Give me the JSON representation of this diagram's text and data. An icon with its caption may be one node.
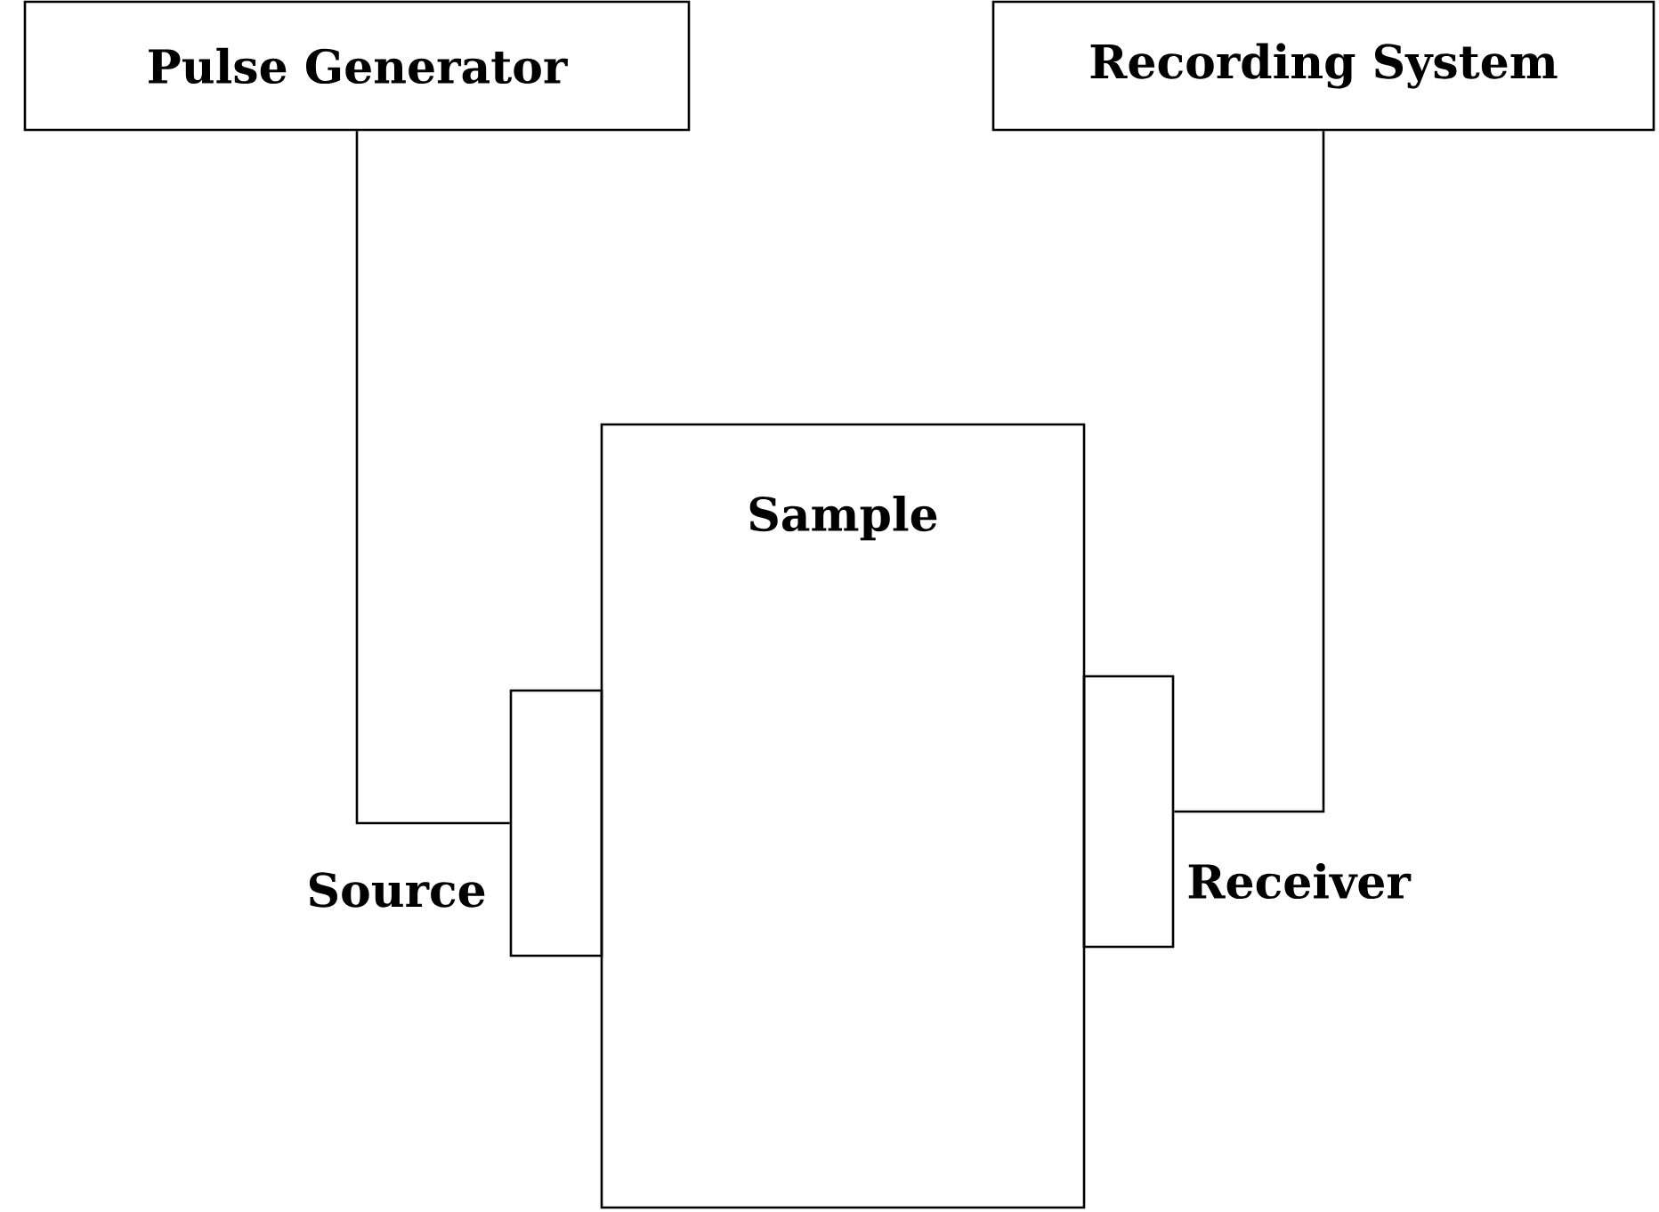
{
  "diagram": {
    "nodes": [
      {
        "text": [
          "Pulse Generator"
        ]
      },
      {
        "text": [
          "Recording System"
        ]
      },
      {
        "text": [
          "Sample"
        ]
      },
      {
        "text": [],
        "shape": "box",
        "beside": [
          "Source"
        ]
      },
      {
        "text": [],
        "shape": "box",
        "beside": [
          "Receiver"
        ]
      }
    ],
    "edges": [
      {
        "from": 0,
        "to": 3,
        "arrow": "none"
      },
      {
        "from": 1,
        "to": 4,
        "arrow": "none"
      }
    ]
  }
}
